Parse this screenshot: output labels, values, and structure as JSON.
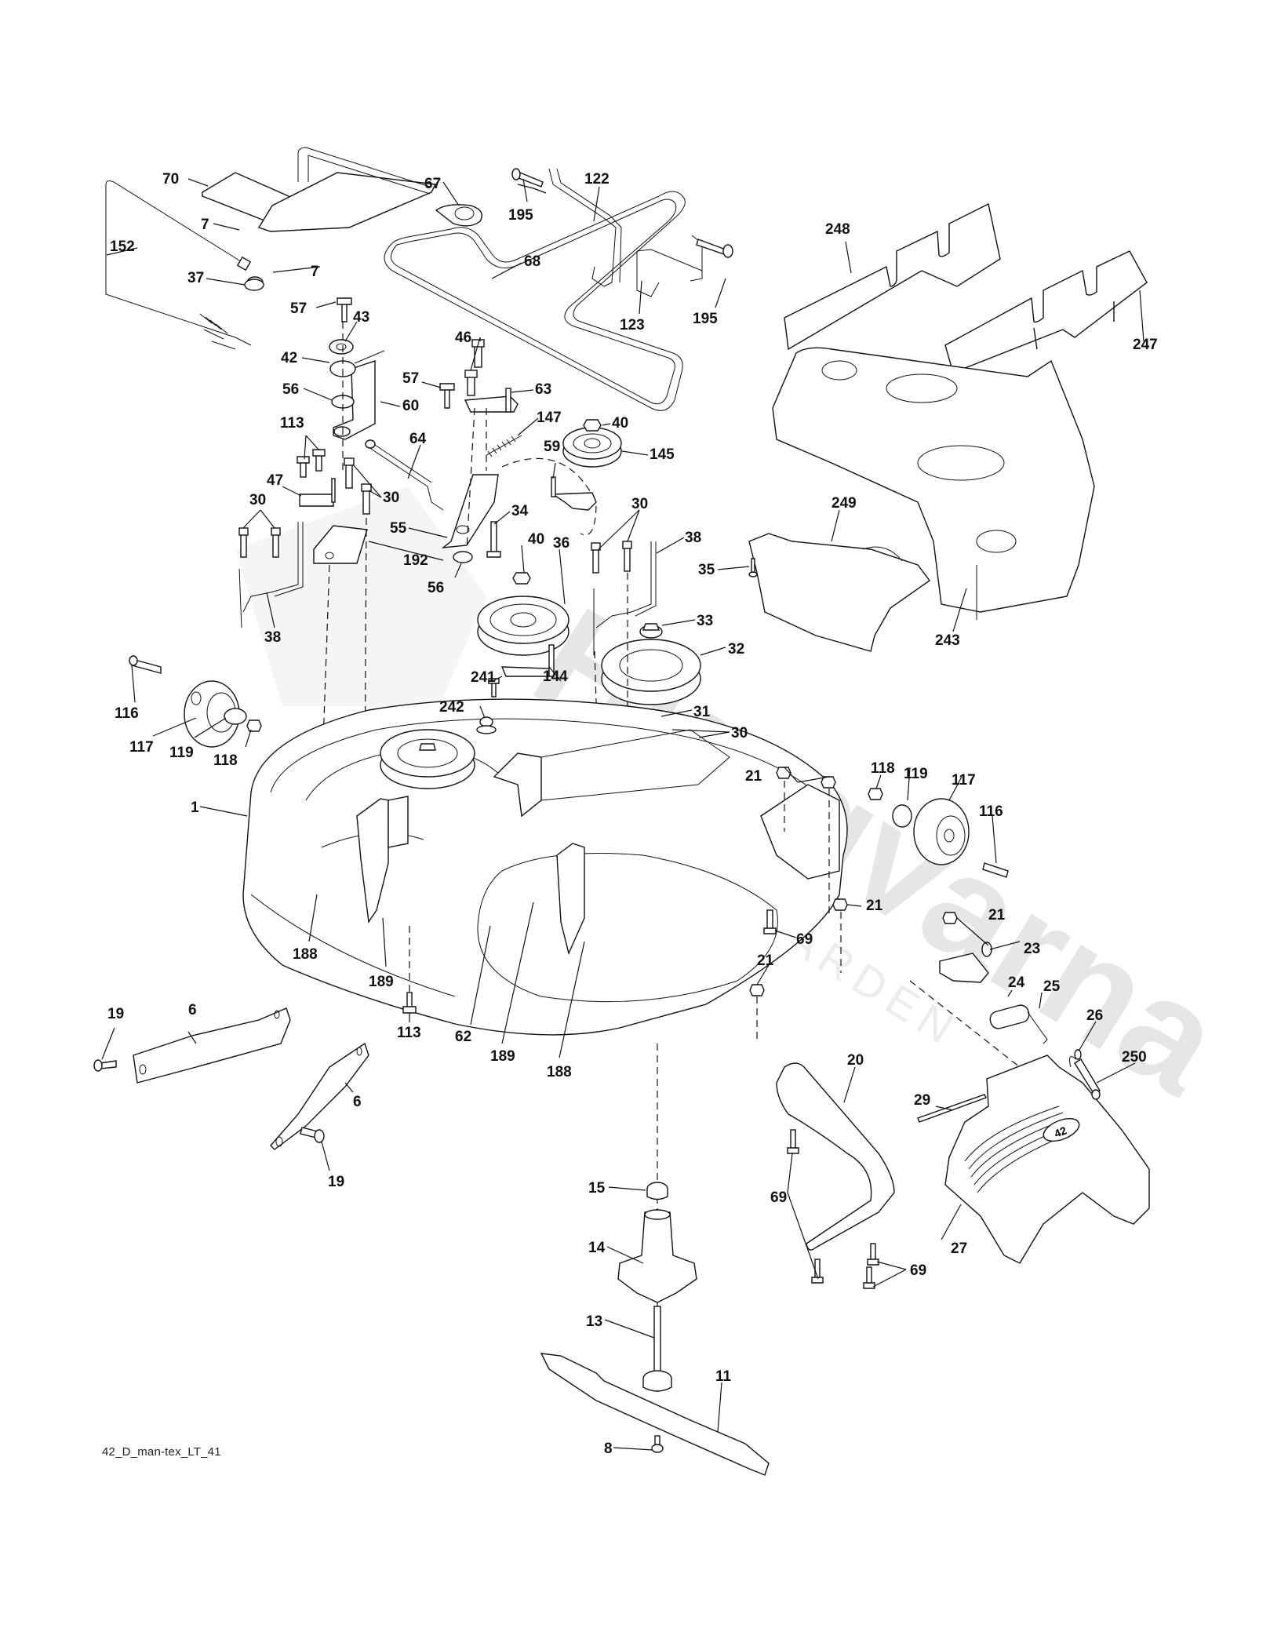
{
  "diagram": {
    "title": "Mower deck exploded parts diagram",
    "drawing_id": "42_D_man-tex_LT_41",
    "watermark": {
      "brand": "Husqvarna",
      "subtitle": "GARDEN"
    },
    "deck_badge": "42",
    "callouts": [
      {
        "id": "c70",
        "label": "70"
      },
      {
        "id": "c7a",
        "label": "7"
      },
      {
        "id": "c7b",
        "label": "7"
      },
      {
        "id": "c152",
        "label": "152"
      },
      {
        "id": "c37",
        "label": "37"
      },
      {
        "id": "c67",
        "label": "67"
      },
      {
        "id": "c195a",
        "label": "195"
      },
      {
        "id": "c122",
        "label": "122"
      },
      {
        "id": "c68",
        "label": "68"
      },
      {
        "id": "c123",
        "label": "123"
      },
      {
        "id": "c195b",
        "label": "195"
      },
      {
        "id": "c248",
        "label": "248"
      },
      {
        "id": "c247",
        "label": "247"
      },
      {
        "id": "c57a",
        "label": "57"
      },
      {
        "id": "c43",
        "label": "43"
      },
      {
        "id": "c42",
        "label": "42"
      },
      {
        "id": "c56a",
        "label": "56"
      },
      {
        "id": "c60",
        "label": "60"
      },
      {
        "id": "c46",
        "label": "46"
      },
      {
        "id": "c57b",
        "label": "57"
      },
      {
        "id": "c63",
        "label": "63"
      },
      {
        "id": "c147",
        "label": "147"
      },
      {
        "id": "c40a",
        "label": "40"
      },
      {
        "id": "c145",
        "label": "145"
      },
      {
        "id": "c113a",
        "label": "113"
      },
      {
        "id": "c64",
        "label": "64"
      },
      {
        "id": "c59",
        "label": "59"
      },
      {
        "id": "c47",
        "label": "47"
      },
      {
        "id": "c30a",
        "label": "30"
      },
      {
        "id": "c30b",
        "label": "30"
      },
      {
        "id": "c34",
        "label": "34"
      },
      {
        "id": "c55",
        "label": "55"
      },
      {
        "id": "c192",
        "label": "192"
      },
      {
        "id": "c56b",
        "label": "56"
      },
      {
        "id": "c38a",
        "label": "38"
      },
      {
        "id": "c40b",
        "label": "40"
      },
      {
        "id": "c36",
        "label": "36"
      },
      {
        "id": "c30c",
        "label": "30"
      },
      {
        "id": "c38b",
        "label": "38"
      },
      {
        "id": "c35",
        "label": "35"
      },
      {
        "id": "c249",
        "label": "249"
      },
      {
        "id": "c243",
        "label": "243"
      },
      {
        "id": "c33",
        "label": "33"
      },
      {
        "id": "c32",
        "label": "32"
      },
      {
        "id": "c144",
        "label": "144"
      },
      {
        "id": "c241",
        "label": "241"
      },
      {
        "id": "c242",
        "label": "242"
      },
      {
        "id": "c31",
        "label": "31"
      },
      {
        "id": "c30d",
        "label": "30"
      },
      {
        "id": "c116a",
        "label": "116"
      },
      {
        "id": "c117a",
        "label": "117"
      },
      {
        "id": "c119a",
        "label": "119"
      },
      {
        "id": "c118a",
        "label": "118"
      },
      {
        "id": "c1",
        "label": "1"
      },
      {
        "id": "c21a",
        "label": "21"
      },
      {
        "id": "c118b",
        "label": "118"
      },
      {
        "id": "c119b",
        "label": "119"
      },
      {
        "id": "c117b",
        "label": "117"
      },
      {
        "id": "c116b",
        "label": "116"
      },
      {
        "id": "c21b",
        "label": "21"
      },
      {
        "id": "c69a",
        "label": "69"
      },
      {
        "id": "c21c",
        "label": "21"
      },
      {
        "id": "c23",
        "label": "23"
      },
      {
        "id": "c21d",
        "label": "21"
      },
      {
        "id": "c24",
        "label": "24"
      },
      {
        "id": "c25",
        "label": "25"
      },
      {
        "id": "c26",
        "label": "26"
      },
      {
        "id": "c250",
        "label": "250"
      },
      {
        "id": "c29",
        "label": "29"
      },
      {
        "id": "c20",
        "label": "20"
      },
      {
        "id": "c188a",
        "label": "188"
      },
      {
        "id": "c189a",
        "label": "189"
      },
      {
        "id": "c113b",
        "label": "113"
      },
      {
        "id": "c62",
        "label": "62"
      },
      {
        "id": "c189b",
        "label": "189"
      },
      {
        "id": "c188b",
        "label": "188"
      },
      {
        "id": "c19a",
        "label": "19"
      },
      {
        "id": "c6a",
        "label": "6"
      },
      {
        "id": "c6b",
        "label": "6"
      },
      {
        "id": "c19b",
        "label": "19"
      },
      {
        "id": "c15",
        "label": "15"
      },
      {
        "id": "c14",
        "label": "14"
      },
      {
        "id": "c13",
        "label": "13"
      },
      {
        "id": "c11",
        "label": "11"
      },
      {
        "id": "c8",
        "label": "8"
      },
      {
        "id": "c69b",
        "label": "69"
      },
      {
        "id": "c69c",
        "label": "69"
      },
      {
        "id": "c27",
        "label": "27"
      }
    ]
  }
}
